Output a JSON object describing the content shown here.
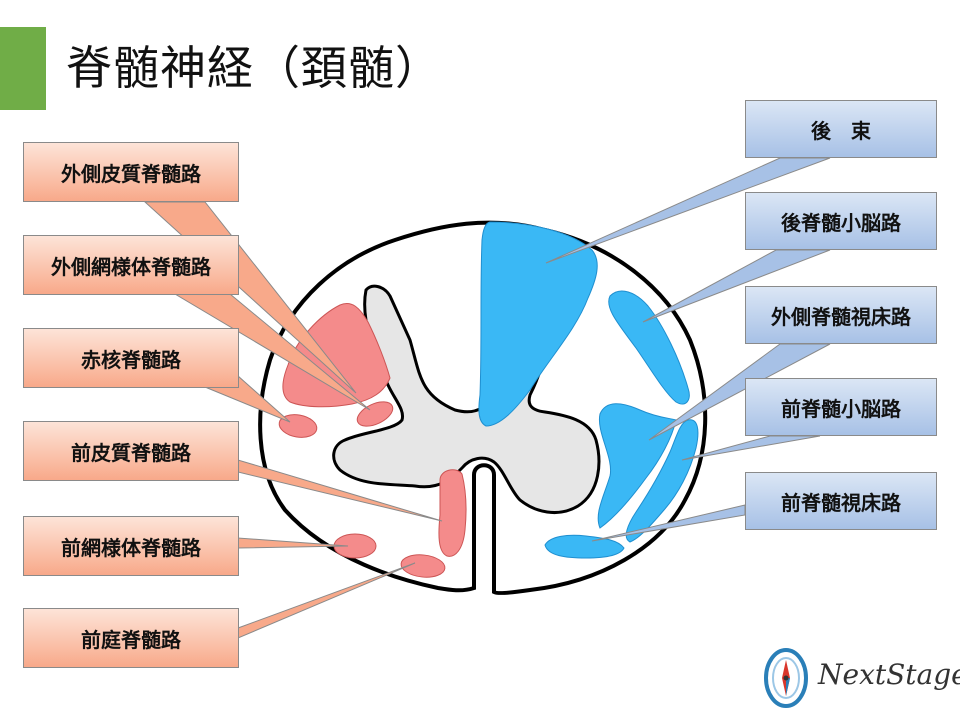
{
  "title": "脊髄神経（頚髄）",
  "colors": {
    "accent": "#70ad47",
    "descending_fill": "#f48b8b",
    "descending_label_top": "#fde4d8",
    "descending_label_bottom": "#f8a98a",
    "ascending_fill": "#3ab8f5",
    "ascending_label_top": "#dbe6f5",
    "ascending_label_bottom": "#a7c1e6",
    "gray_matter": "#e6e6e6",
    "outline": "#000000"
  },
  "descending_tracts": [
    {
      "id": "lateral-corticospinal",
      "label": "外側皮質脊髄路"
    },
    {
      "id": "lateral-reticulospinal",
      "label": "外側網様体脊髄路"
    },
    {
      "id": "rubrospinal",
      "label": "赤核脊髄路"
    },
    {
      "id": "anterior-corticospinal",
      "label": "前皮質脊髄路"
    },
    {
      "id": "anterior-reticulospinal",
      "label": "前網様体脊髄路"
    },
    {
      "id": "vestibulospinal",
      "label": "前庭脊髄路"
    }
  ],
  "ascending_tracts": [
    {
      "id": "dorsal-column",
      "label": "後　束"
    },
    {
      "id": "posterior-spinocerebellar",
      "label": "後脊髄小脳路"
    },
    {
      "id": "lateral-spinothalamic",
      "label": "外側脊髄視床路"
    },
    {
      "id": "anterior-spinocerebellar",
      "label": "前脊髄小脳路"
    },
    {
      "id": "anterior-spinothalamic",
      "label": "前脊髄視床路"
    }
  ],
  "logo": {
    "text": "NextStage",
    "icon": "compass-icon"
  }
}
